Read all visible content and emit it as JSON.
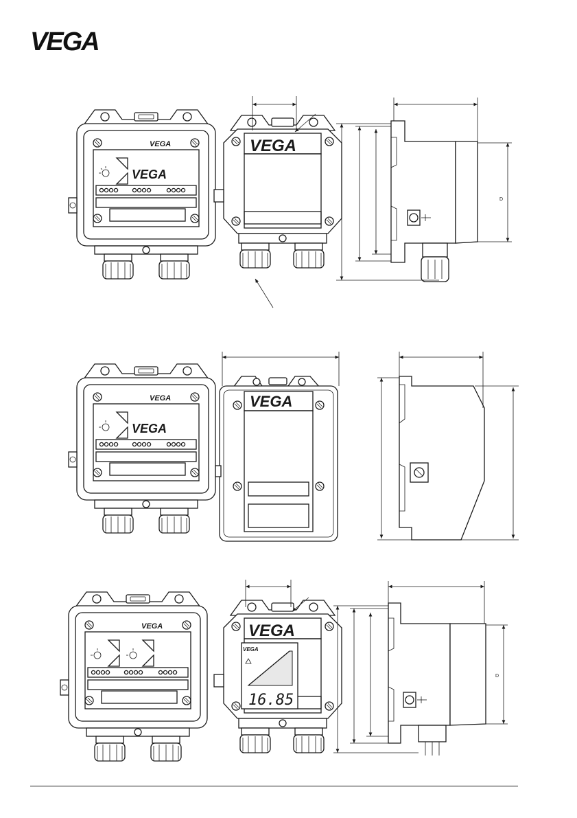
{
  "header": {
    "logo_text": "VEGA"
  },
  "drawings": {
    "brand_label": "VEGA",
    "dimension_symbol": "D",
    "display_reading": "16.85"
  }
}
